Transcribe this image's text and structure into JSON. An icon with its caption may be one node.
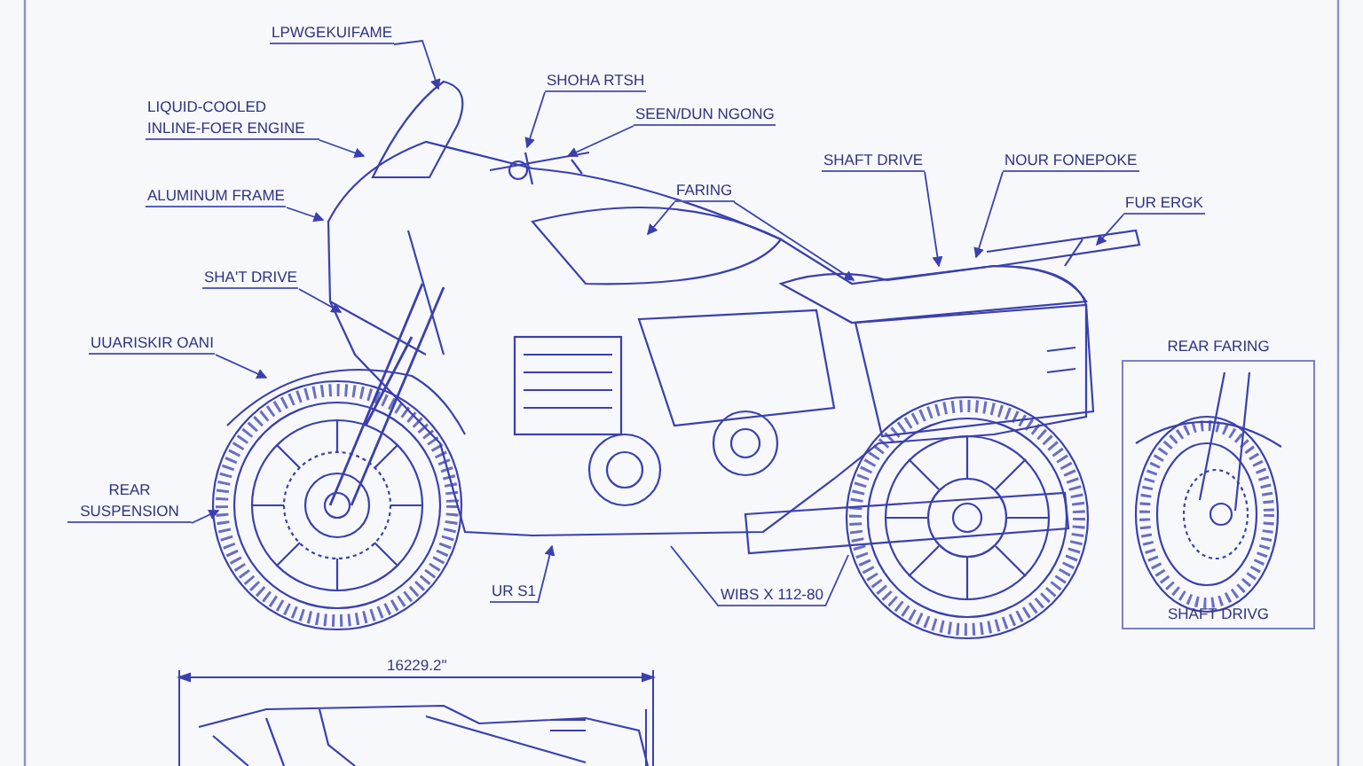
{
  "diagram": {
    "nodes": [
      {
        "text": [
          "LPWGEKUIFAME"
        ]
      },
      {
        "text": [
          "LIQUID-COOLED INLINE-FOER ENGINE"
        ]
      },
      {
        "text": [
          "ALUMINUM FRAME"
        ]
      },
      {
        "text": [
          "SHA'T DRIVE"
        ]
      },
      {
        "text": [
          "UUARISKIR OANI"
        ]
      },
      {
        "text": [
          "REAR SUSPENSION"
        ]
      },
      {
        "text": [
          "SHOHA RTSH"
        ]
      },
      {
        "text": [
          "SEEN/DUN NGONG"
        ]
      },
      {
        "text": [
          "FARING"
        ]
      },
      {
        "text": [
          "SHAFT DRIVE"
        ]
      },
      {
        "text": [
          "NOUR FONEPOKE"
        ]
      },
      {
        "text": [
          "FUR ERGK"
        ]
      },
      {
        "text": [
          "UR S1"
        ]
      },
      {
        "text": [
          "WIBS X 112-80"
        ]
      },
      {
        "text": [
          "REAR FARING",
          "SHAFT DRIVG"
        ]
      }
    ],
    "edges": [
      {
        "from": 0,
        "to": null,
        "arrow": "to"
      },
      {
        "from": 1,
        "to": null,
        "arrow": "to"
      },
      {
        "from": 2,
        "to": null,
        "arrow": "to"
      },
      {
        "from": 3,
        "to": null,
        "arrow": "to"
      },
      {
        "from": 4,
        "to": null,
        "arrow": "to"
      },
      {
        "from": 5,
        "to": null,
        "arrow": "to"
      },
      {
        "from": 6,
        "to": null,
        "arrow": "to"
      },
      {
        "from": 7,
        "to": null,
        "arrow": "to"
      },
      {
        "from": 8,
        "to": null,
        "arrow": "to"
      },
      {
        "from": 8,
        "to": null,
        "arrow": "to"
      },
      {
        "from": 9,
        "to": null,
        "arrow": "to"
      },
      {
        "from": 10,
        "to": null,
        "arrow": "to"
      },
      {
        "from": 11,
        "to": null,
        "arrow": "to"
      },
      {
        "from": 12,
        "to": null,
        "arrow": "to"
      },
      {
        "from": 13,
        "to": null,
        "arrow": "none"
      },
      {
        "from": 13,
        "to": null,
        "arrow": "none"
      }
    ],
    "labels": [
      "16229.2\""
    ]
  }
}
